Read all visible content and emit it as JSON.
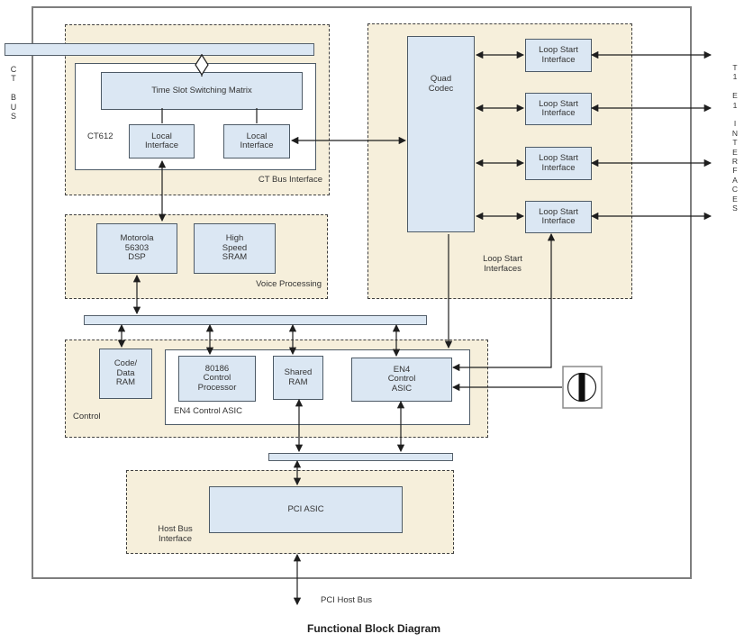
{
  "title": "Functional Block Diagram",
  "colors": {
    "block_fill": "#dbe7f3",
    "region_fill": "#f6efdb",
    "line": "#1e1e1e"
  },
  "ct_bus": {
    "vertical_label": "C\nT\n\nB\nU\nS"
  },
  "t1e1": {
    "vertical_label": "T\n1\n\nE\n1\n\nI\nN\nT\nE\nR\nF\nA\nC\nE\nS"
  },
  "regions": {
    "ct_bus_interface": {
      "label": "CT Bus Interface",
      "chip_label": "CT612",
      "matrix": "Time Slot Switching Matrix",
      "local_interface_1": "Local\nInterface",
      "local_interface_2": "Local\nInterface"
    },
    "voice_processing": {
      "label": "Voice Processing",
      "dsp": "Motorola\n56303\nDSP",
      "sram": "High\nSpeed\nSRAM"
    },
    "control": {
      "label": "Control",
      "code_data_ram": "Code/\nData\nRAM",
      "container_label": "EN4 Control ASIC",
      "processor": "80186\nControl\nProcessor",
      "shared_ram": "Shared\nRAM",
      "en4_asic": "EN4\nControl\nASIC"
    },
    "loop_start": {
      "label": "Loop Start\nInterfaces",
      "quad_codec": "Quad\nCodec",
      "interfaces": [
        {
          "label": "Loop Start\nInterface"
        },
        {
          "label": "Loop Start\nInterface"
        },
        {
          "label": "Loop Start\nInterface"
        },
        {
          "label": "Loop Start\nInterface"
        }
      ]
    },
    "host_bus": {
      "label": "Host Bus\nInterface",
      "pci_asic": "PCI ASIC"
    }
  },
  "external": {
    "pci_host_bus": "PCI Host Bus"
  }
}
